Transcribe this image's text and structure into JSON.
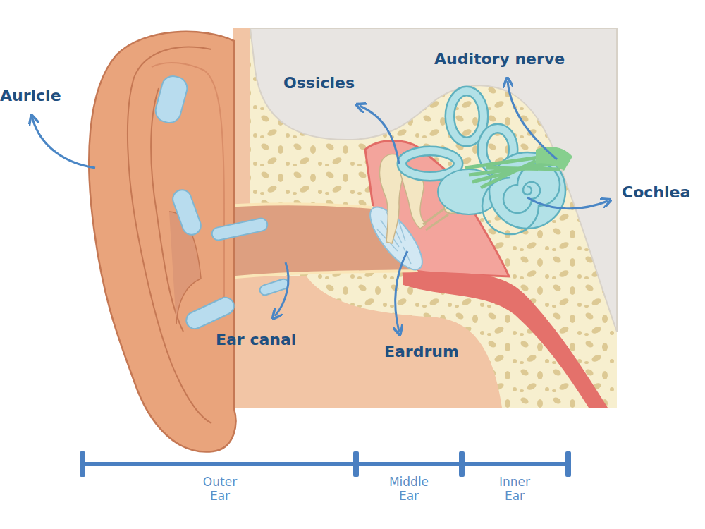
{
  "diagram": {
    "labels": [
      "Auricle",
      "Ossicles",
      "Auditory nerve",
      "Cochlea",
      "Ear canal",
      "Eardrum",
      "Outer Ear",
      "Middle Ear",
      "Inner Ear"
    ]
  }
}
